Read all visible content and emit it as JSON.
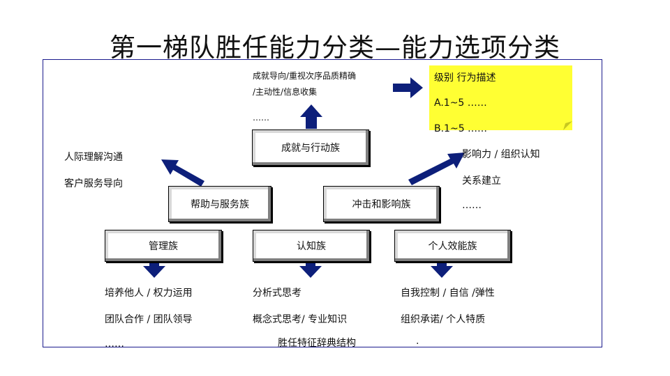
{
  "title": "第一梯队胜任能力分类—能力选项分类",
  "families": {
    "achievement": "成就与行动族",
    "helping": "帮助与服务族",
    "impact": "冲击和影响族",
    "management": "管理族",
    "cognitive": "认知族",
    "personal": "个人效能族"
  },
  "achievement_items": [
    "成就导向/重视次序品质精确",
    "/主动性/信息收集",
    "……"
  ],
  "helping_items": [
    "人际理解沟通",
    "客户服务导向"
  ],
  "impact_items": [
    "影响力 / 组织认知",
    "关系建立",
    "……"
  ],
  "management_items": [
    "培养他人 / 权力运用",
    "团队合作 / 团队领导",
    "……"
  ],
  "cognitive_items": [
    "分析式思考",
    "概念式思考/ 专业知识"
  ],
  "personal_items": [
    "自我控制 / 自信 /弹性",
    "组织承诺/ 个人特质",
    "."
  ],
  "footer": "胜任特征辞典结构",
  "note": {
    "header": "级别    行为描述",
    "rows": [
      "A.1~5      ……",
      "B.1~5      ……"
    ]
  },
  "colors": {
    "arrow": "#0d1f7a",
    "frame": "#1a1a8c",
    "note": "#ffff33"
  }
}
